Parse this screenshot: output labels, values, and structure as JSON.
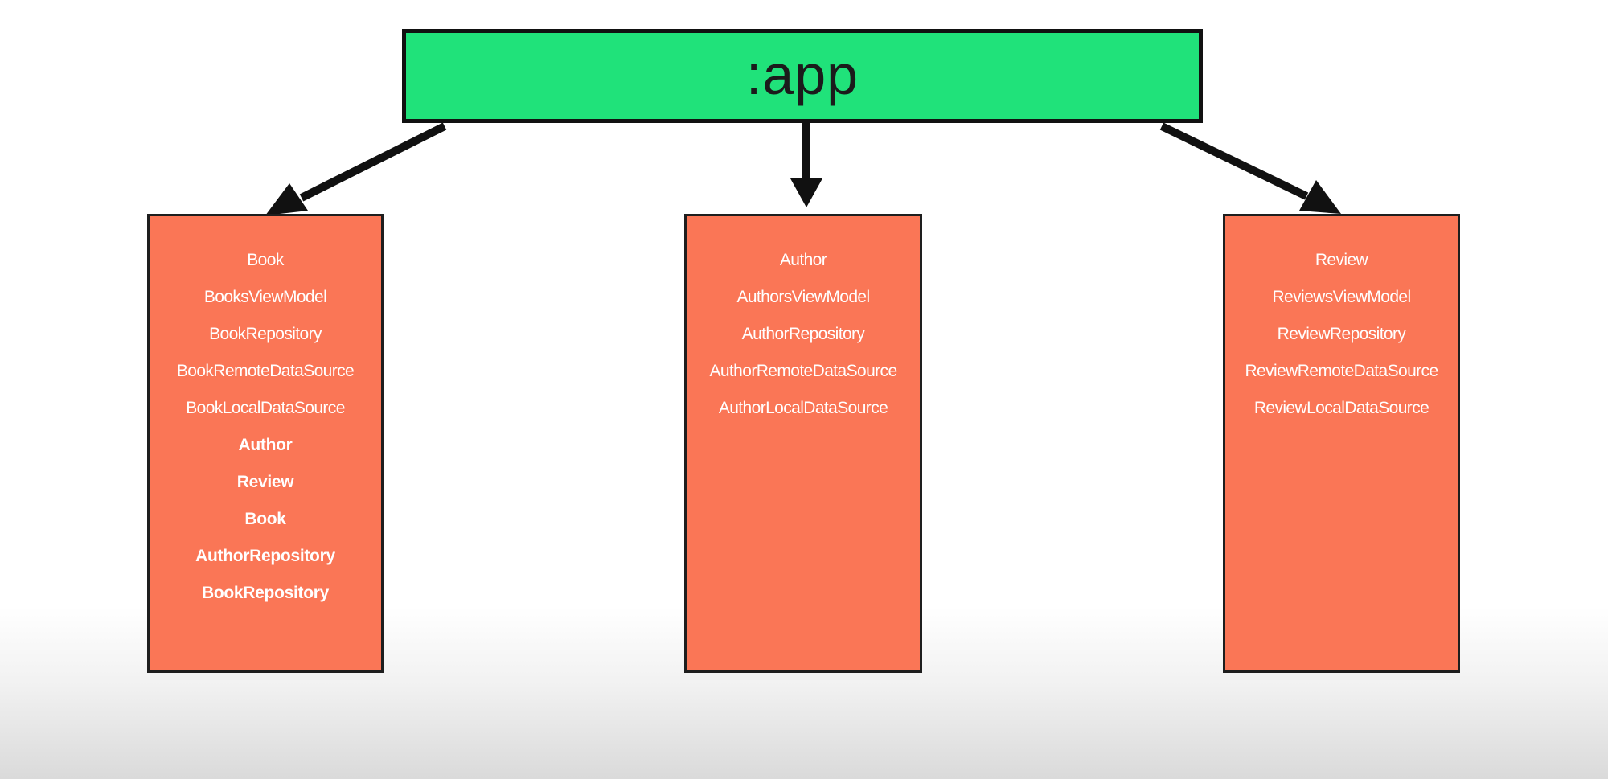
{
  "app_module": {
    "label": ":app"
  },
  "modules": [
    {
      "id": "book",
      "items": [
        {
          "text": "Book",
          "bold": false
        },
        {
          "text": "BooksViewModel",
          "bold": false
        },
        {
          "text": "BookRepository",
          "bold": false
        },
        {
          "text": "BookRemoteDataSource",
          "bold": false
        },
        {
          "text": "BookLocalDataSource",
          "bold": false
        },
        {
          "text": "Author",
          "bold": true
        },
        {
          "text": "Review",
          "bold": true
        },
        {
          "text": "Book",
          "bold": true
        },
        {
          "text": "AuthorRepository",
          "bold": true
        },
        {
          "text": "BookRepository",
          "bold": true
        }
      ]
    },
    {
      "id": "author",
      "items": [
        {
          "text": "Author",
          "bold": false
        },
        {
          "text": "AuthorsViewModel",
          "bold": false
        },
        {
          "text": "AuthorRepository",
          "bold": false
        },
        {
          "text": "AuthorRemoteDataSource",
          "bold": false
        },
        {
          "text": "AuthorLocalDataSource",
          "bold": false
        }
      ]
    },
    {
      "id": "review",
      "items": [
        {
          "text": "Review",
          "bold": false
        },
        {
          "text": "ReviewsViewModel",
          "bold": false
        },
        {
          "text": "ReviewRepository",
          "bold": false
        },
        {
          "text": "ReviewRemoteDataSource",
          "bold": false
        },
        {
          "text": "ReviewLocalDataSource",
          "bold": false
        }
      ]
    }
  ],
  "colors": {
    "app_box": "#20e27a",
    "module_box": "#fa7656",
    "arrow": "#111111"
  }
}
